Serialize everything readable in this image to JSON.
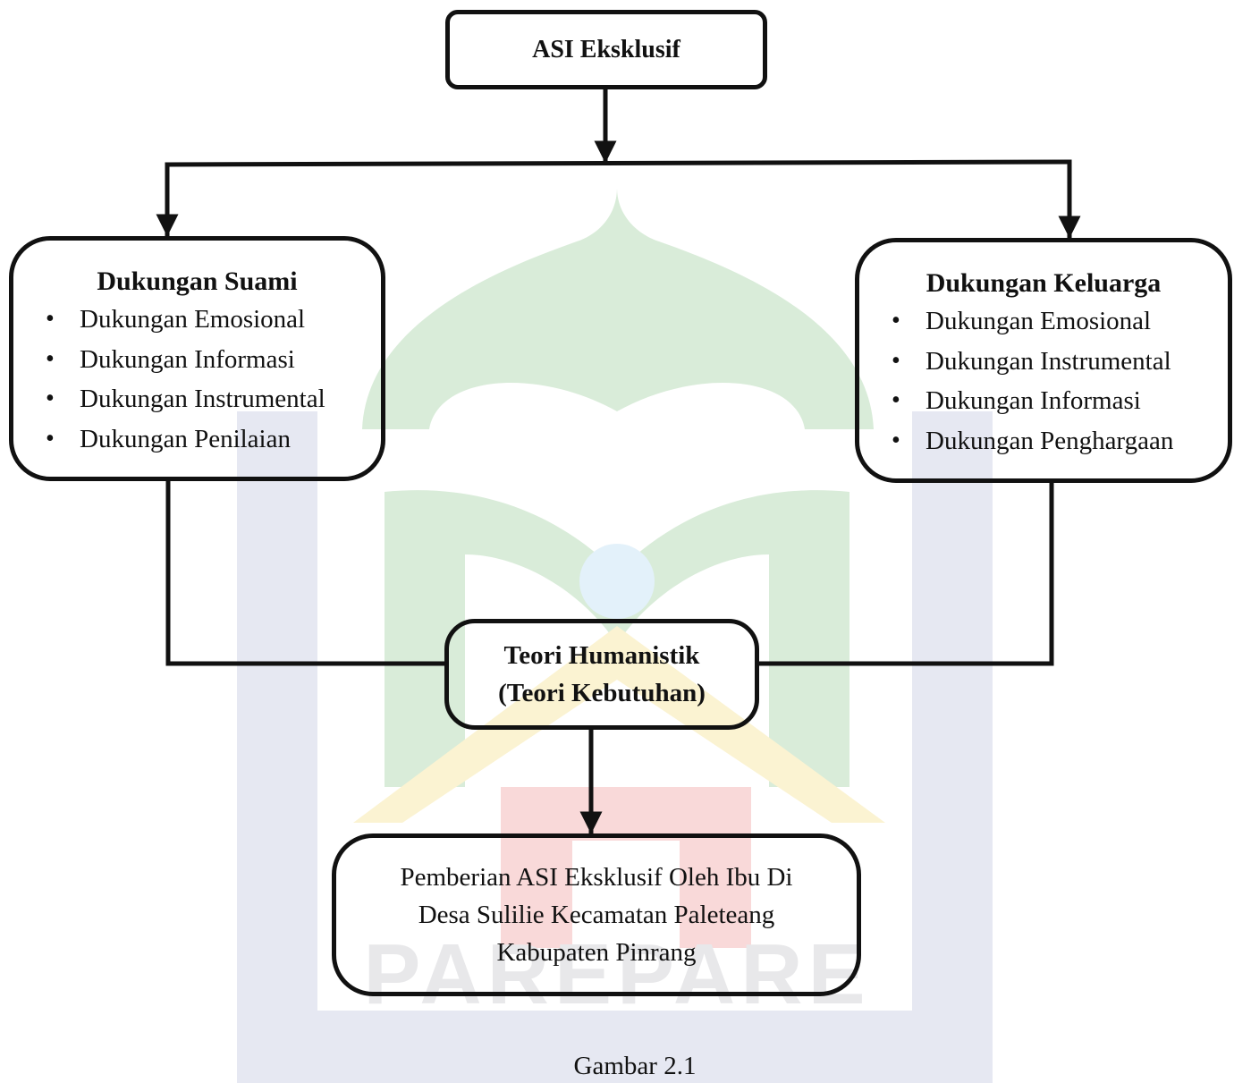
{
  "nodes": {
    "top": {
      "label": "ASI Eksklusif"
    },
    "left": {
      "title": "Dukungan Suami",
      "items": [
        "Dukungan Emosional",
        "Dukungan Informasi",
        "Dukungan Instrumental",
        "Dukungan Penilaian"
      ]
    },
    "right": {
      "title": "Dukungan Keluarga",
      "items": [
        "Dukungan Emosional",
        "Dukungan Instrumental",
        "Dukungan Informasi",
        "Dukungan Penghargaan"
      ]
    },
    "theory": {
      "line1": "Teori Humanistik",
      "line2": "(Teori Kebutuhan)"
    },
    "result": {
      "line1": "Pemberian ASI Eksklusif Oleh Ibu Di",
      "line2": "Desa Sulilie Kecamatan Paleteang",
      "line3": "Kabupaten Pinrang"
    }
  },
  "caption": "Gambar 2.1",
  "watermark": {
    "text": "PAREPARE"
  },
  "colors": {
    "line": "#111111",
    "watermark_green": "#d9ecd9",
    "watermark_blue": "#e6e8f2",
    "watermark_yellow": "#fbf3d2",
    "watermark_red": "#f9d9d9"
  }
}
